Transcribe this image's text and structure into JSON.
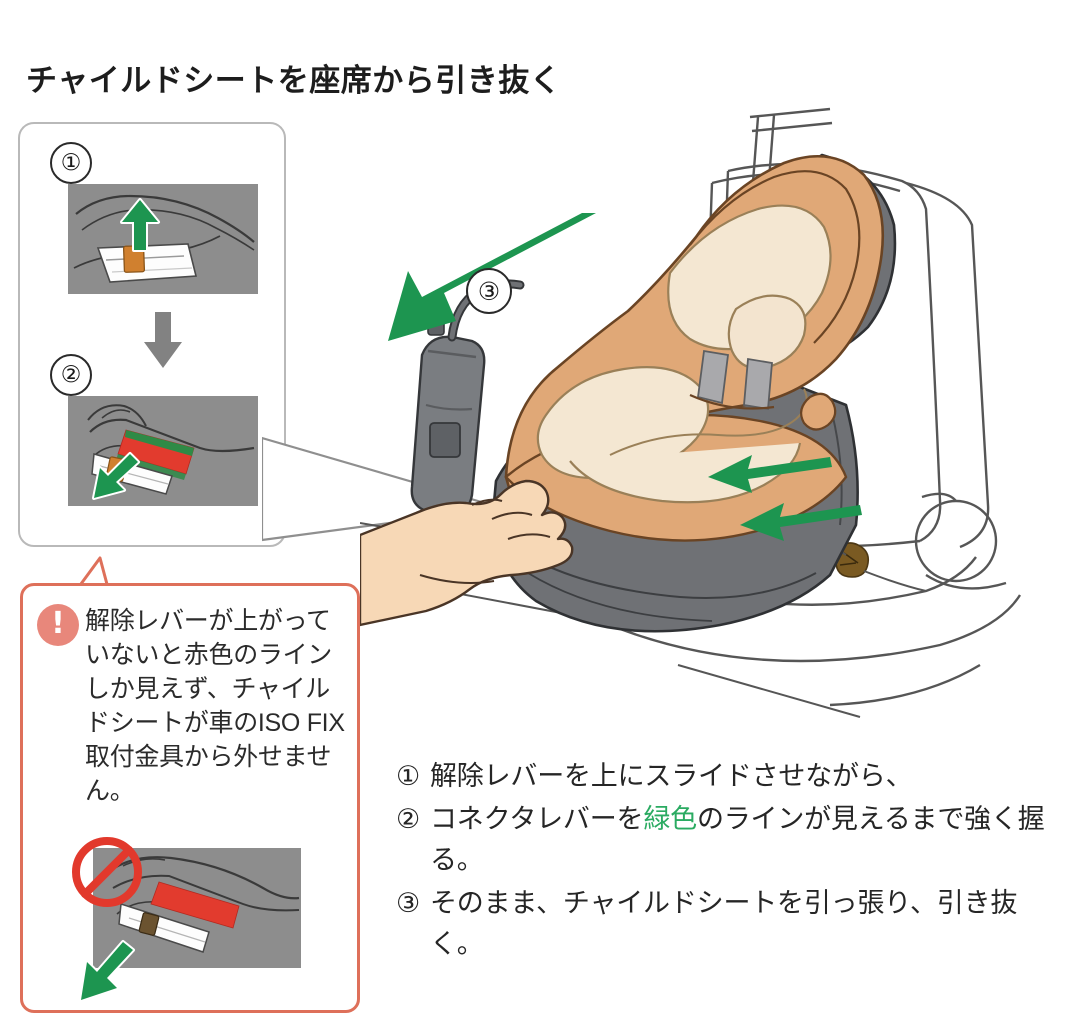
{
  "title": "チャイルドシートを座席から引き抜く",
  "panel": {
    "step1_marker": "①",
    "step2_marker": "②",
    "flow_arrow_icon": "down-arrow-icon",
    "detail1_alt": "解除レバーを上にスライド",
    "detail2_alt": "コネクタレバーを握り緑色のラインを出す"
  },
  "main": {
    "step3_marker": "③",
    "illustration_alt": "チャイルドシートを座席から引き抜く図"
  },
  "warning": {
    "icon": "exclamation-icon",
    "text": "解除レバーが上がっていないと赤色のラインしか見えず、チャイルドシートが車のISO FIX取付金具から外せません。",
    "prohibit_icon": "prohibition-icon",
    "detail_alt": "赤色のラインしか見えない状態"
  },
  "instructions": [
    {
      "marker": "①",
      "pre": "解除レバーを上にスライドさせながら、",
      "highlight": "",
      "post": ""
    },
    {
      "marker": "②",
      "pre": "コネクタレバーを",
      "highlight": "緑色",
      "post": "のラインが見えるまで強く握る。"
    },
    {
      "marker": "③",
      "pre": "そのまま、チャイルドシートを引っ張り、引き抜く。",
      "highlight": "",
      "post": ""
    }
  ],
  "colors": {
    "arrow_green": "#1d9550",
    "highlight_green": "#2bab62",
    "warning_border": "#de705a",
    "warning_icon": "#e8877b",
    "detail_bg": "#8d8d8d",
    "lever_orange": "#d0802f",
    "line_red": "#e23b2e",
    "line_green": "#2f8a46",
    "seat_tan": "#e0a877",
    "seat_gray": "#6f7175",
    "skin": "#f5d5b3",
    "panel_border": "#b9b9b9"
  }
}
